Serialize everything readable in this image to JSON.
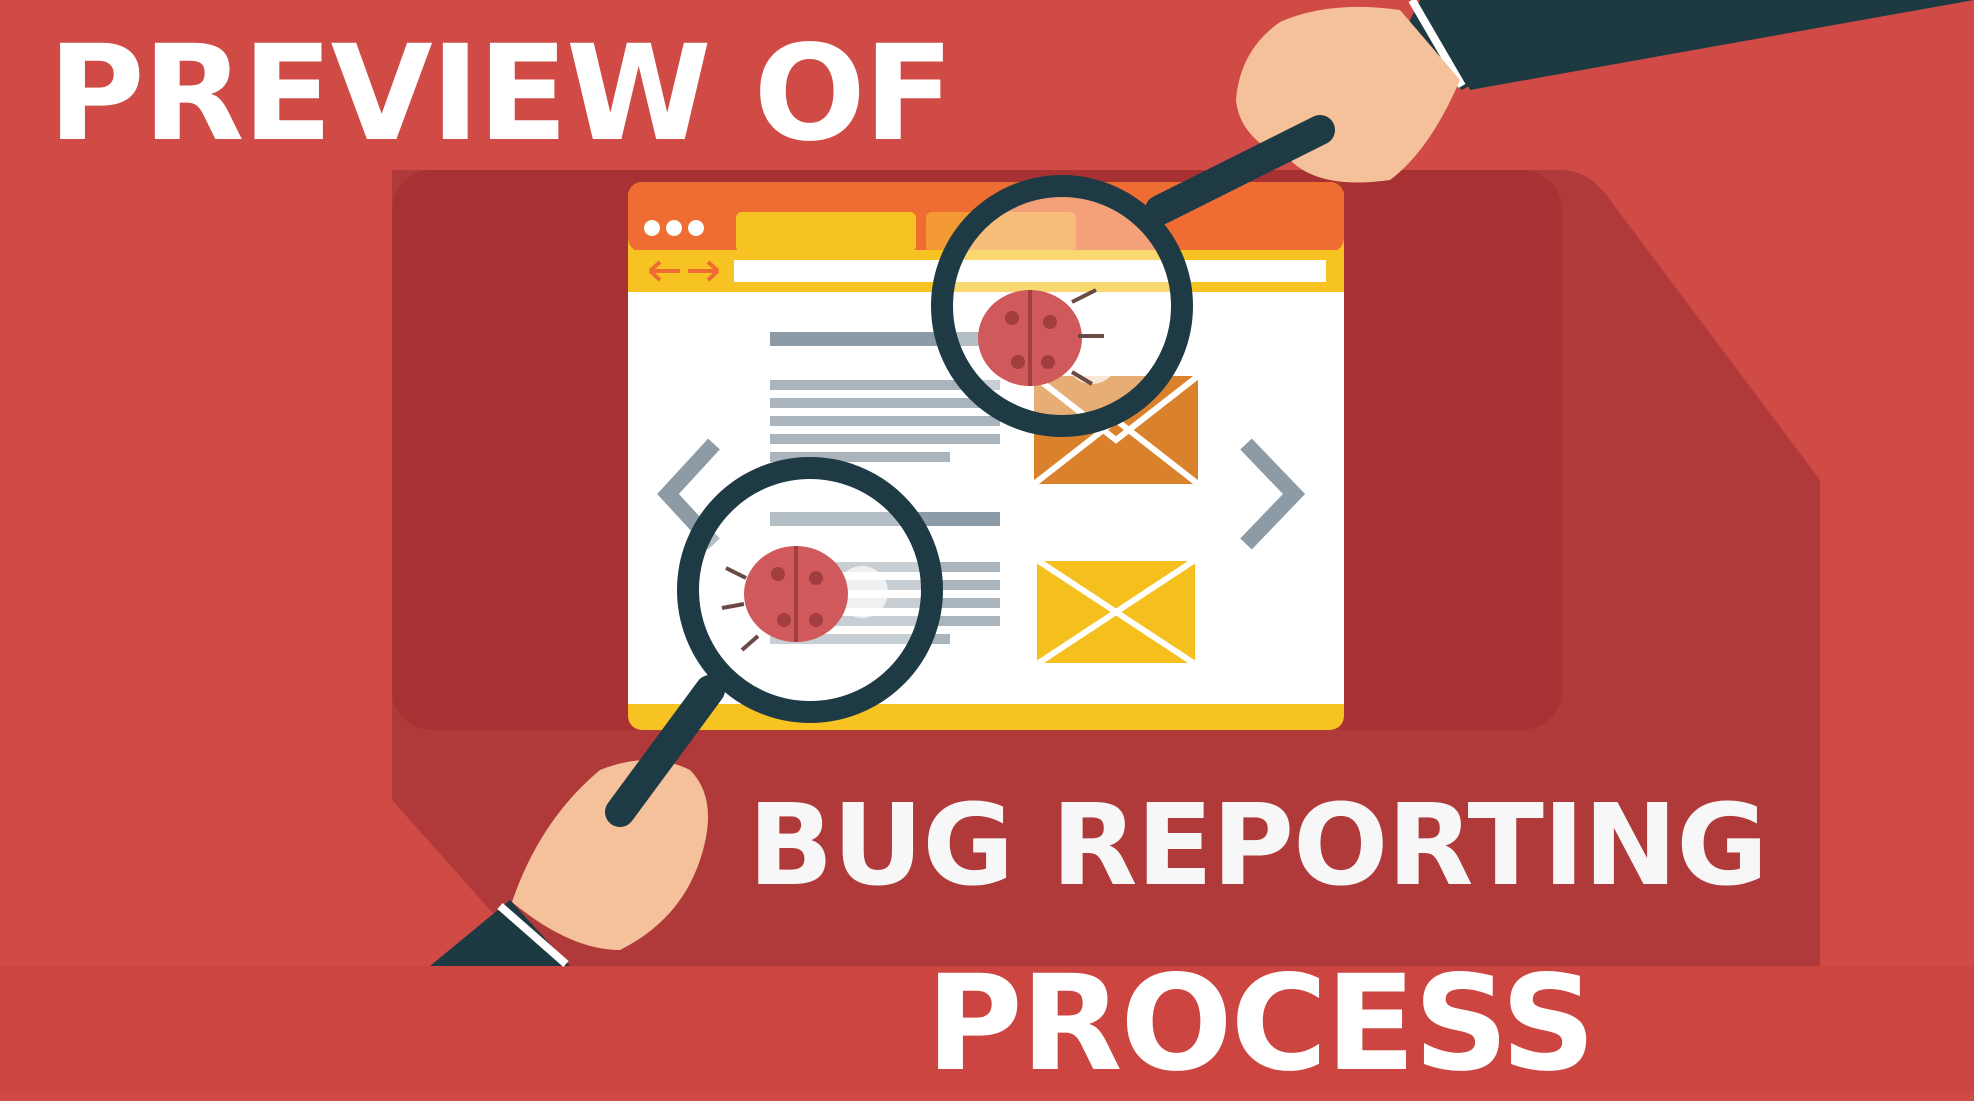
{
  "texts": {
    "top": "PREVIEW OF",
    "middle": "BUG REPORTING",
    "bottom": "PROCESS"
  },
  "colors": {
    "background": "#d04b45",
    "panel": "#a83233",
    "browser_frame": "#f6c322",
    "browser_tab_bar": "#ef6d32",
    "envelope_orange": "#d9812b",
    "envelope_yellow": "#f5c01e",
    "text_lines": "#8d9ba7",
    "magnifier": "#1e3a44",
    "ladybug": "#d0595b",
    "hand": "#f5c19a",
    "sleeve": "#1d3a42"
  },
  "icons": [
    "browser-window-illustration",
    "magnifying-glass-icon",
    "ladybug-icon",
    "envelope-icon",
    "chevron-left-icon",
    "chevron-right-icon",
    "hand-illustration"
  ]
}
